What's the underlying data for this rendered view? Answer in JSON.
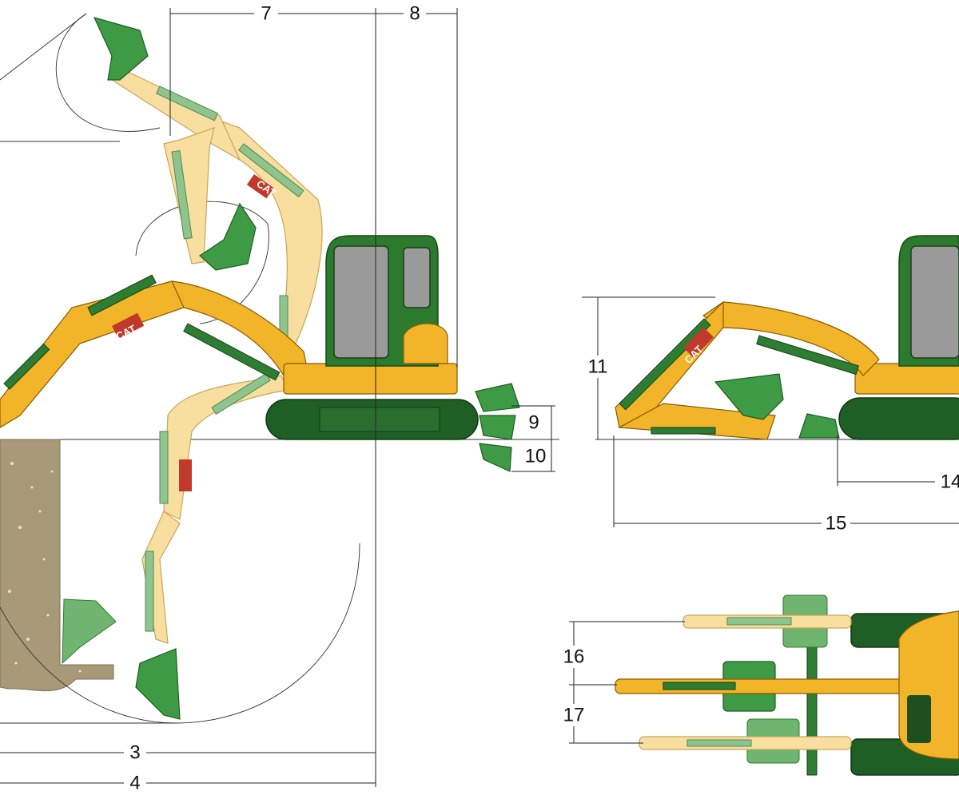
{
  "diagram": {
    "brand_logo": "CAT",
    "dimensions": {
      "d3": "3",
      "d4": "4",
      "d7": "7",
      "d8": "8",
      "d9": "9",
      "d10": "10",
      "d11": "11",
      "d14": "14",
      "d15": "15",
      "d16": "16",
      "d17": "17"
    },
    "colors": {
      "machine_yellow": "#f2b428",
      "ghost_tan": "#f8dfa0",
      "cab_green": "#2c7a2e",
      "track_green": "#1f5e24",
      "soil": "#a89a78"
    }
  }
}
